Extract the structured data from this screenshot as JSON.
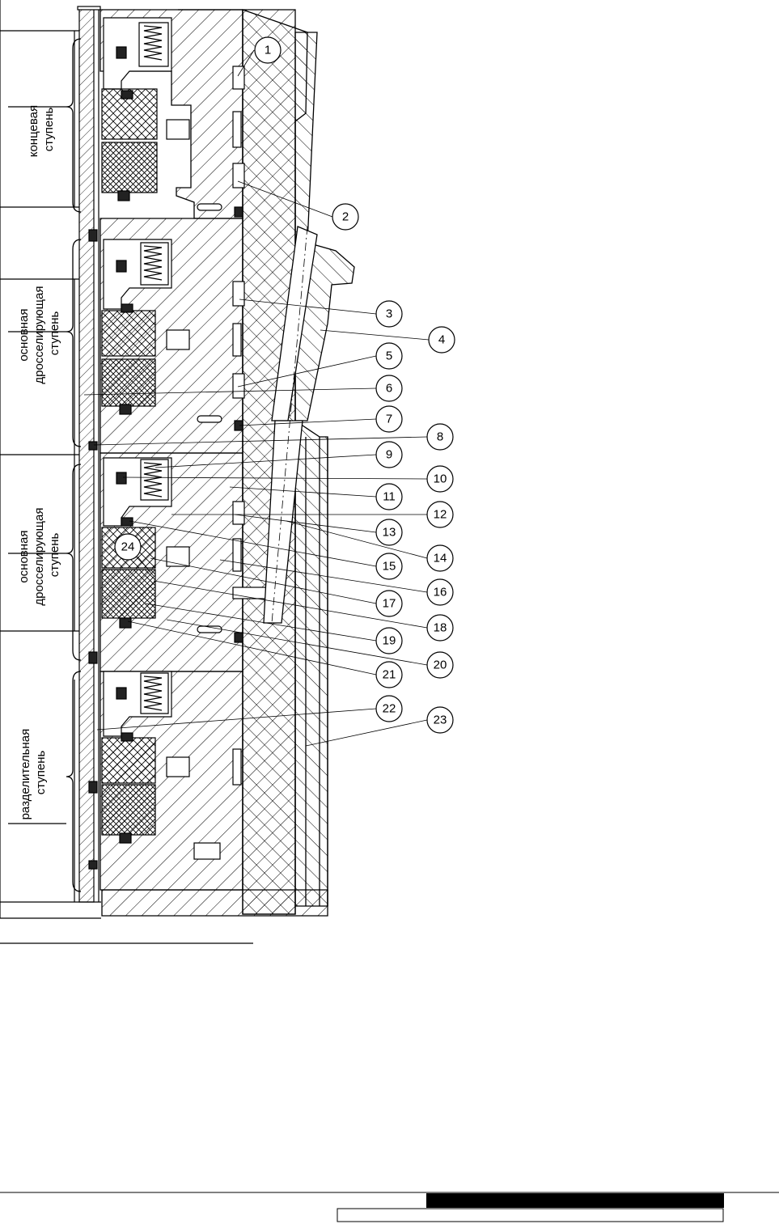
{
  "stages": [
    {
      "id": "end",
      "lines": [
        "концевая",
        "ступень"
      ]
    },
    {
      "id": "main1",
      "lines": [
        "основная",
        "дросселирующая",
        "ступень"
      ]
    },
    {
      "id": "main2",
      "lines": [
        "основная",
        "дросселирующая",
        "ступень"
      ]
    },
    {
      "id": "split",
      "lines": [
        "разделительная",
        "ступень"
      ]
    }
  ],
  "callouts": [
    "1",
    "2",
    "3",
    "4",
    "5",
    "6",
    "7",
    "8",
    "9",
    "10",
    "11",
    "12",
    "13",
    "14",
    "15",
    "16",
    "17",
    "18",
    "19",
    "20",
    "21",
    "22",
    "23",
    "24"
  ],
  "colors": {
    "ink": "#000000",
    "paper": "#ffffff",
    "hatch": "#000000"
  }
}
